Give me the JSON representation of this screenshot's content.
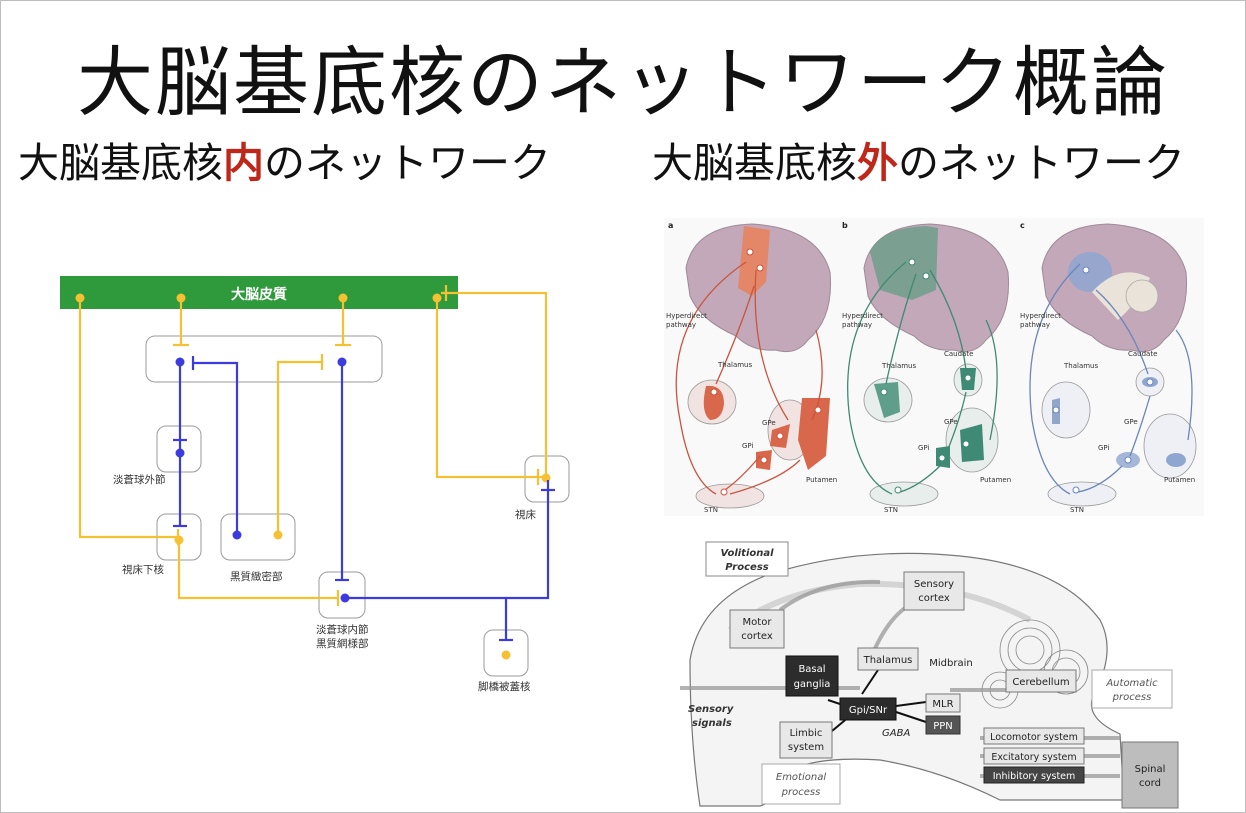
{
  "title": "大脳基底核のネットワーク概論",
  "subtitle_left": {
    "pre": "大脳基底核",
    "highlight": "内",
    "post": "のネットワーク"
  },
  "subtitle_right": {
    "pre": "大脳基底核",
    "highlight": "外",
    "post": "のネットワーク"
  },
  "colors": {
    "highlight": "#c0271b",
    "cortex_bar": "#2e9a3c",
    "excitatory": "#f5c132",
    "inhibitory": "#3b3be0",
    "lateral_red": "#c9553f",
    "lateral_green": "#3f8a74",
    "lateral_blue": "#6b86b8"
  },
  "left_diagram": {
    "cortex": "大脳皮質",
    "gpe": "淡蒼球外節",
    "stn": "視床下核",
    "snc": "黒質緻密部",
    "gpi": "淡蒼球内節",
    "snr": "黒質網様部",
    "thalamus": "視床",
    "ppn": "脚橋被蓋核"
  },
  "top_right_figure": {
    "panels": [
      {
        "letter": "a",
        "hyperdirect": "Hyperdirect",
        "pathway": "pathway",
        "thalamus": "Thalamus",
        "gpe": "GPe",
        "gpi": "GPi",
        "putamen": "Putamen",
        "stn": "STN"
      },
      {
        "letter": "b",
        "hyperdirect": "Hyperdirect",
        "pathway": "pathway",
        "caudate": "Caudate",
        "thalamus": "Thalamus",
        "gpe": "GPe",
        "gpi": "GPi",
        "putamen": "Putamen",
        "stn": "STN"
      },
      {
        "letter": "c",
        "hyperdirect": "Hyperdirect",
        "pathway": "pathway",
        "caudate": "Caudate",
        "thalamus": "Thalamus",
        "gpe": "GPe",
        "gpi": "GPi",
        "putamen": "Putamen",
        "stn": "STN"
      }
    ]
  },
  "bottom_right_figure": {
    "volitional": "Volitional",
    "process": "Process",
    "sensory": "Sensory",
    "cortex": "cortex",
    "motor": "Motor",
    "basal": "Basal",
    "ganglia": "ganglia",
    "thalamus": "Thalamus",
    "midbrain": "Midbrain",
    "cerebellum": "Cerebellum",
    "automatic": "Automatic",
    "process_lower": "process",
    "sensory_signals_1": "Sensory",
    "sensory_signals_2": "signals",
    "gpi_snr": "Gpi/SNr",
    "mlr": "MLR",
    "ppn": "PPN",
    "gaba": "GABA",
    "limbic": "Limbic",
    "system": "system",
    "locomotor": "Locomotor system",
    "excitatory": "Excitatory system",
    "inhibitory": "Inhibitory system",
    "spinal": "Spinal",
    "cord": "cord",
    "emotional": "Emotional"
  }
}
